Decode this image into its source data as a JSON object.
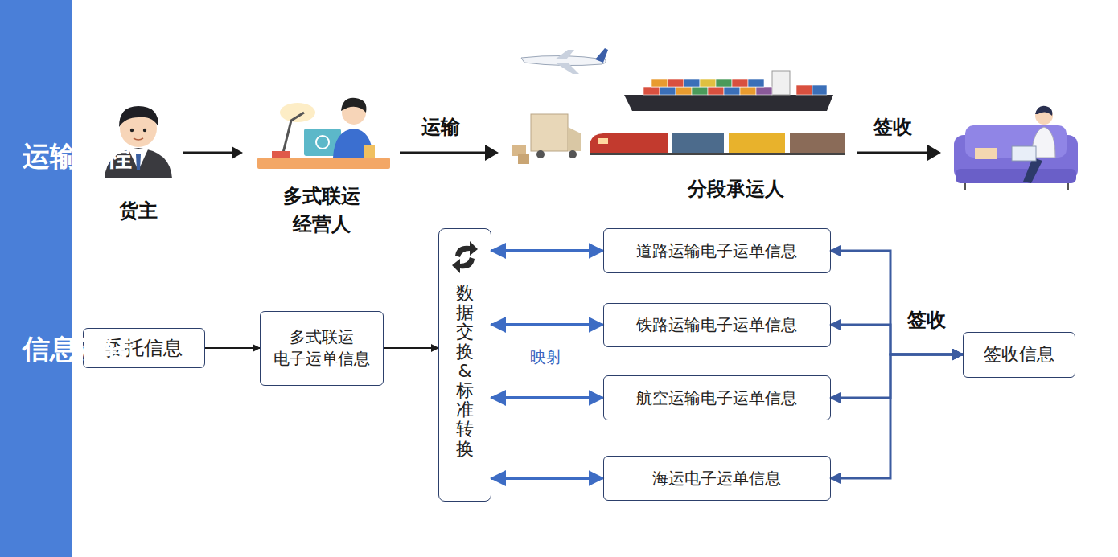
{
  "diagram": {
    "nodes": [
      {
        "text": [
          "委托信息"
        ]
      },
      {
        "text": [
          "多式联运 电子运单信息"
        ]
      },
      {
        "text": [
          "数据交换&标准转换"
        ]
      },
      {
        "text": [
          "道路运输电子运单信息"
        ]
      },
      {
        "text": [
          "铁路运输电子运单信息"
        ]
      },
      {
        "text": [
          "航空运输电子运单信息"
        ]
      },
      {
        "text": [
          "海运电子运单信息"
        ]
      },
      {
        "text": [
          "签收信息"
        ]
      }
    ],
    "edges": [
      {
        "from": 0,
        "to": 1,
        "arrow": "to"
      },
      {
        "from": 1,
        "to": 2,
        "arrow": "to"
      },
      {
        "from": 2,
        "to": 3,
        "arrow": "both"
      },
      {
        "from": 2,
        "to": 4,
        "arrow": "both"
      },
      {
        "from": 2,
        "to": 5,
        "arrow": "both"
      },
      {
        "from": 2,
        "to": 6,
        "arrow": "both"
      },
      {
        "from": 3,
        "to": 7,
        "arrow": "both"
      },
      {
        "from": 4,
        "to": 7,
        "arrow": "both"
      },
      {
        "from": 5,
        "to": 7,
        "arrow": "both"
      },
      {
        "from": 6,
        "to": 7,
        "arrow": "both"
      }
    ],
    "labels": [
      "运输过程",
      "信息流转",
      "货主",
      "多式联运 经营人",
      "运输",
      "分段承运人",
      "签收",
      "映射",
      "签收"
    ]
  }
}
